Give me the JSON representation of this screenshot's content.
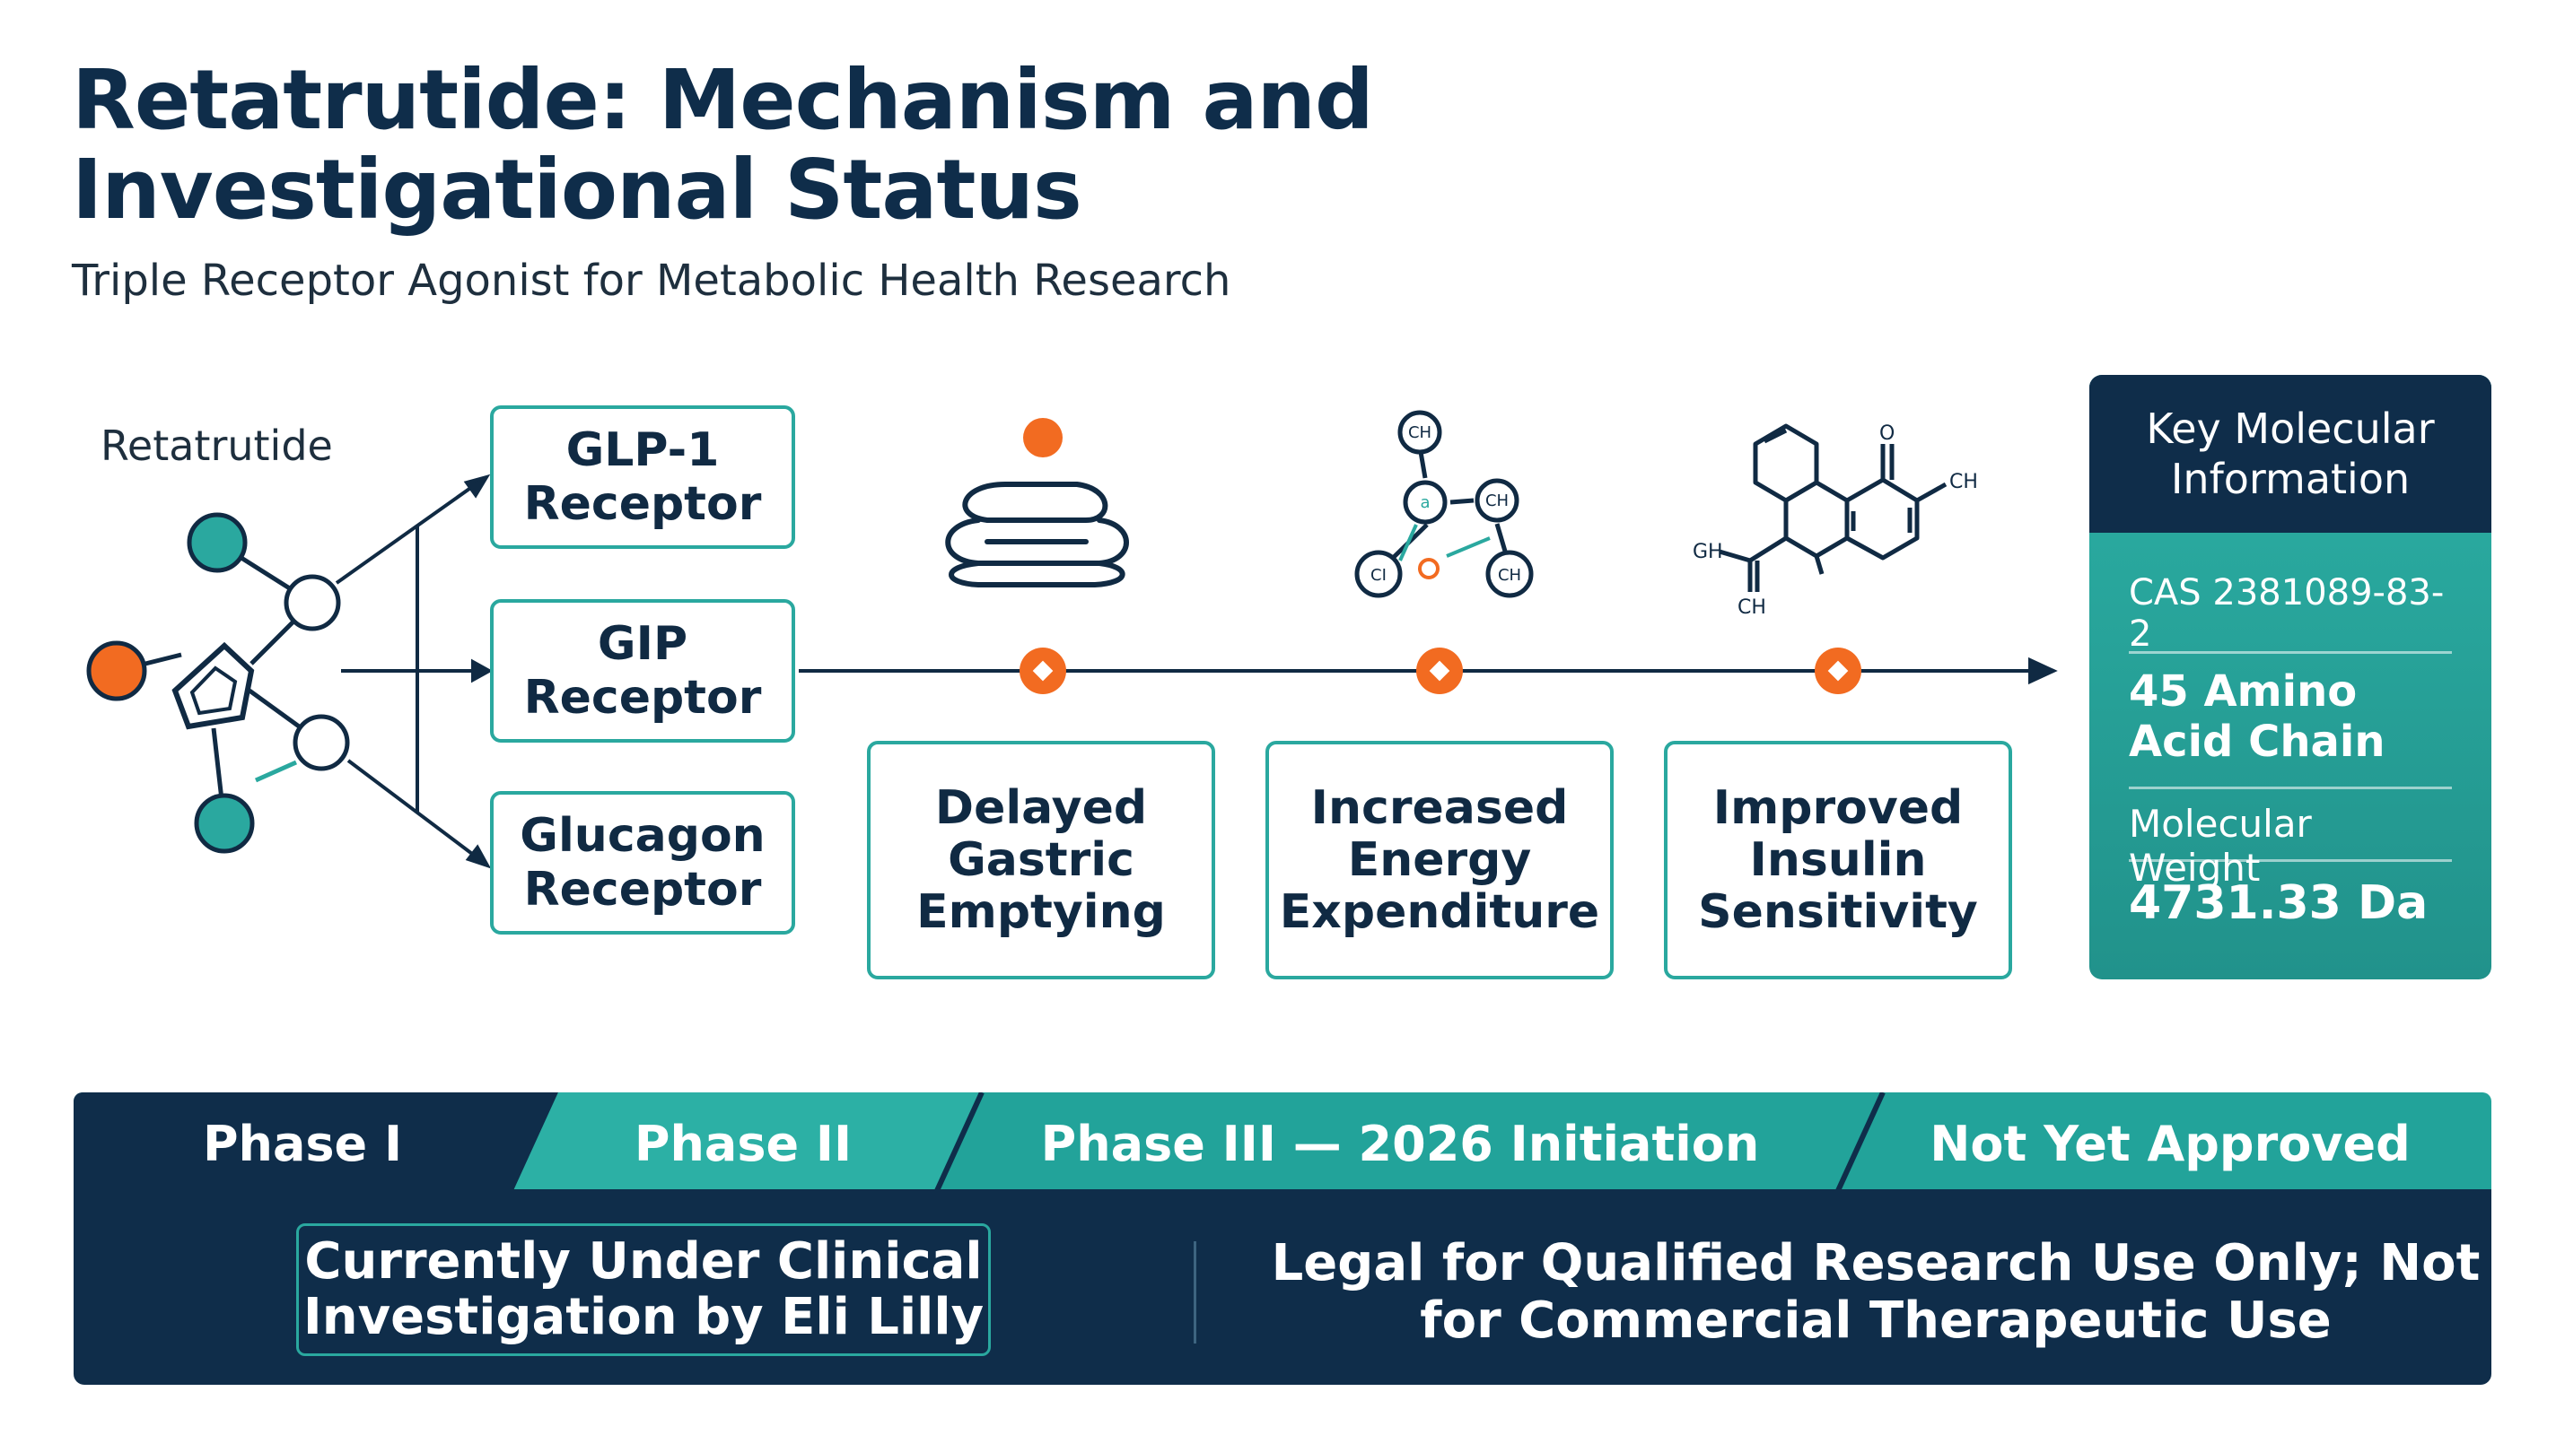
{
  "header": {
    "title": "Retatrutide: Mechanism and Investigational Status",
    "subtitle": "Triple Receptor Agonist for Metabolic Health Research"
  },
  "molecule": {
    "label": "Retatrutide"
  },
  "receptors": [
    {
      "label": "GLP-1 Receptor"
    },
    {
      "label": "GIP Receptor"
    },
    {
      "label": "Glucagon Receptor"
    }
  ],
  "effects": [
    {
      "label": "Delayed Gastric Emptying",
      "icon": "stomach-icon"
    },
    {
      "label": "Increased Energy Expenditure",
      "icon": "molecule-network-icon"
    },
    {
      "label": "Improved Insulin Sensitivity",
      "icon": "chemical-structure-icon"
    }
  ],
  "structure_labels": {
    "network_nodes": [
      "CH",
      "a",
      "CI",
      "CH",
      "CH"
    ],
    "ring_labels": [
      "O",
      "CH",
      "GH",
      "CH"
    ]
  },
  "key_info": {
    "heading": "Key Molecular Information",
    "cas": "CAS 2381089-83-2",
    "chain": "45 Amino Acid Chain",
    "mw_label": "Molecular Weight",
    "mw_value": "4731.33 Da"
  },
  "phases": [
    {
      "label": "Phase I"
    },
    {
      "label": "Phase II"
    },
    {
      "label": "Phase III — 2026 Initiation"
    },
    {
      "label": "Not Yet Approved"
    }
  ],
  "status": {
    "investigation": "Currently Under Clinical Investigation by Eli Lilly",
    "legal": "Legal for Qualified Research Use Only; Not for Commercial Therapeutic Use"
  },
  "colors": {
    "navy": "#0f2d4a",
    "teal": "#2aa89f",
    "orange": "#f26b21"
  }
}
